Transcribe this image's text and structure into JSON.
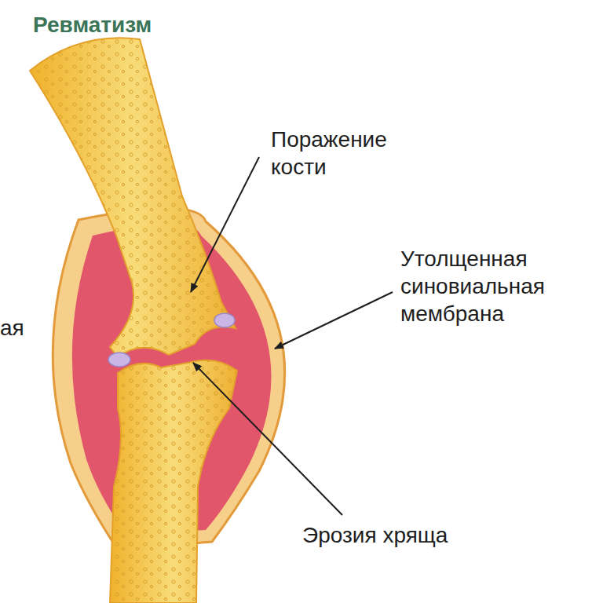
{
  "diagram": {
    "title": "Ревматизм",
    "labels": [
      "Поражение кости",
      "Утолщенная синовиальная мембрана",
      "ая",
      "Эрозия хряща"
    ]
  }
}
